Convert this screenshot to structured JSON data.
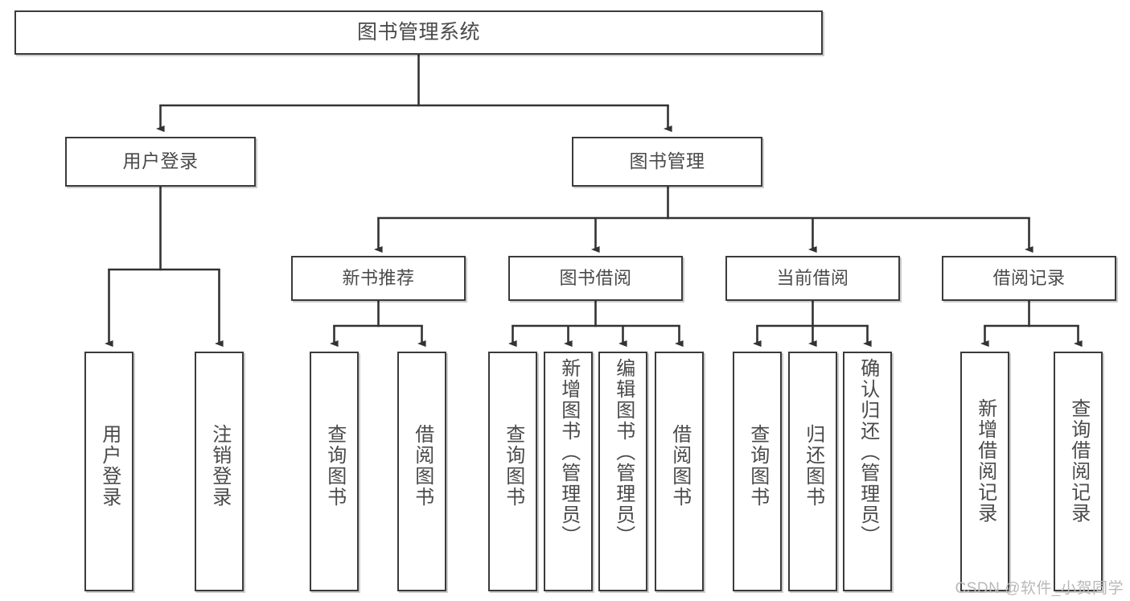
{
  "diagram": {
    "title": "图书管理系统",
    "type": "tree-hierarchy-diagram",
    "colors": {
      "box_border": "#3b3b3b",
      "box_fill": "#ffffff",
      "text": "#4a4a4a",
      "line": "#333333",
      "watermark": "#b9b9b9",
      "background": "#ffffff"
    },
    "root": {
      "label": "图书管理系统"
    },
    "level1": [
      {
        "label": "用户登录"
      },
      {
        "label": "图书管理"
      }
    ],
    "level2": [
      {
        "label": "新书推荐"
      },
      {
        "label": "图书借阅"
      },
      {
        "label": "当前借阅"
      },
      {
        "label": "借阅记录"
      }
    ],
    "leaves": {
      "user_login": [
        {
          "label": "用户登录"
        },
        {
          "label": "注销登录"
        }
      ],
      "new_book_recommend": [
        {
          "label": "查询图书"
        },
        {
          "label": "借阅图书"
        }
      ],
      "book_borrow": [
        {
          "label": "查询图书"
        },
        {
          "label": "新增图书（管理员）"
        },
        {
          "label": "编辑图书（管理员）"
        },
        {
          "label": "借阅图书"
        }
      ],
      "current_borrow": [
        {
          "label": "查询图书"
        },
        {
          "label": "归还图书"
        },
        {
          "label": "确认归还（管理员）"
        }
      ],
      "borrow_record": [
        {
          "label": "新增借阅记录"
        },
        {
          "label": "查询借阅记录"
        }
      ]
    }
  },
  "watermark": {
    "text": "CSDN @软件_小贺同学"
  }
}
